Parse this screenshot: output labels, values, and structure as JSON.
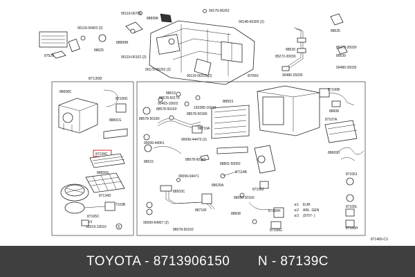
{
  "diagram": {
    "labels": {
      "l_90119_06706": "90119-06706",
      "l_88899k": "88899K",
      "l_90179_06262": "90179-06262",
      "l_90119_06403": "90119-06403 (2)",
      "l_88899r": "88899R",
      "l_88625_top": "88625",
      "l_87529": "87529",
      "l_90119_06102": "90119-06102 (2)",
      "l_90148_60305": "90148-60305 (2)",
      "l_90179_06262b": "90179-06262 (2)",
      "l_90119_06210": "90119-06210 (2)",
      "l_87050": "87050",
      "l_88539_a": "88539",
      "l_85272_20030": "85272-20030",
      "l_88539_b": "88539",
      "l_85272_20030b": "85272-20030",
      "l_90480_25035": "90480-25035",
      "l_90480_25035b": "90480-25035",
      "l_88625_right": "88625",
      "l_87130d": "87130D",
      "l_88608c": "88608C",
      "l_87106d": "87106D",
      "l_88891s": "88891S",
      "l_87139c": "87139C",
      "l_88899s": "88899S",
      "l_87134d": "87134D",
      "l_87103b": "87103B",
      "l_87165c": "87165C",
      "l_s3": "※3",
      "l_93319_13010": "93319-13010",
      "l_88519": "88519",
      "l_88578_50170": "88578-50170",
      "l_90463_15602": "90463-15602",
      "l_88578_50160": "88578-50160",
      "l_88578_50180": "88578-50180",
      "l_88578_50180b": "88578-50180",
      "l_88501": "88501",
      "l_193385_16010": "193385-16010",
      "l_88710a": "88710A",
      "l_90099_44061": "90099-44061",
      "l_90099_44470": "90099-44470 (2)",
      "l_88515": "88515",
      "l_88578_50140": "88578-50140",
      "l_88891_50050": "88891-50050",
      "l_87114b": "87114B",
      "l_90099_04471": "90099-04471",
      "l_88625a": "88625A",
      "l_88503c": "88503C",
      "l_88716f": "88716F",
      "l_90099_64957": "90099-64957 (2)",
      "l_88578_50150": "88578-50150",
      "l_87106j_mid": "87106J",
      "l_88560_20160": "88560-20160",
      "l_87106h_mid": "87106H",
      "l_88608": "88608",
      "l_87106g": "87106G",
      "l_87106b": "87106B",
      "l_88608_right": "88608",
      "l_87107a": "87107A",
      "l_88669d": "88669D",
      "l_87106j_right": "87106J",
      "l_87106l": "87106L",
      "l_87106h_right": "87106H",
      "l_legend_1": "※1",
      "l_legend_1v": "EUR",
      "l_legend_2": "※2",
      "l_legend_2v": "ARL. GEN",
      "l_legend_3": "※3",
      "l_legend_3v": "(9707-     )",
      "l_ref": "871465-C3"
    }
  },
  "footer": {
    "text": "TOYOTA - 8713906150       N - 87139C"
  }
}
